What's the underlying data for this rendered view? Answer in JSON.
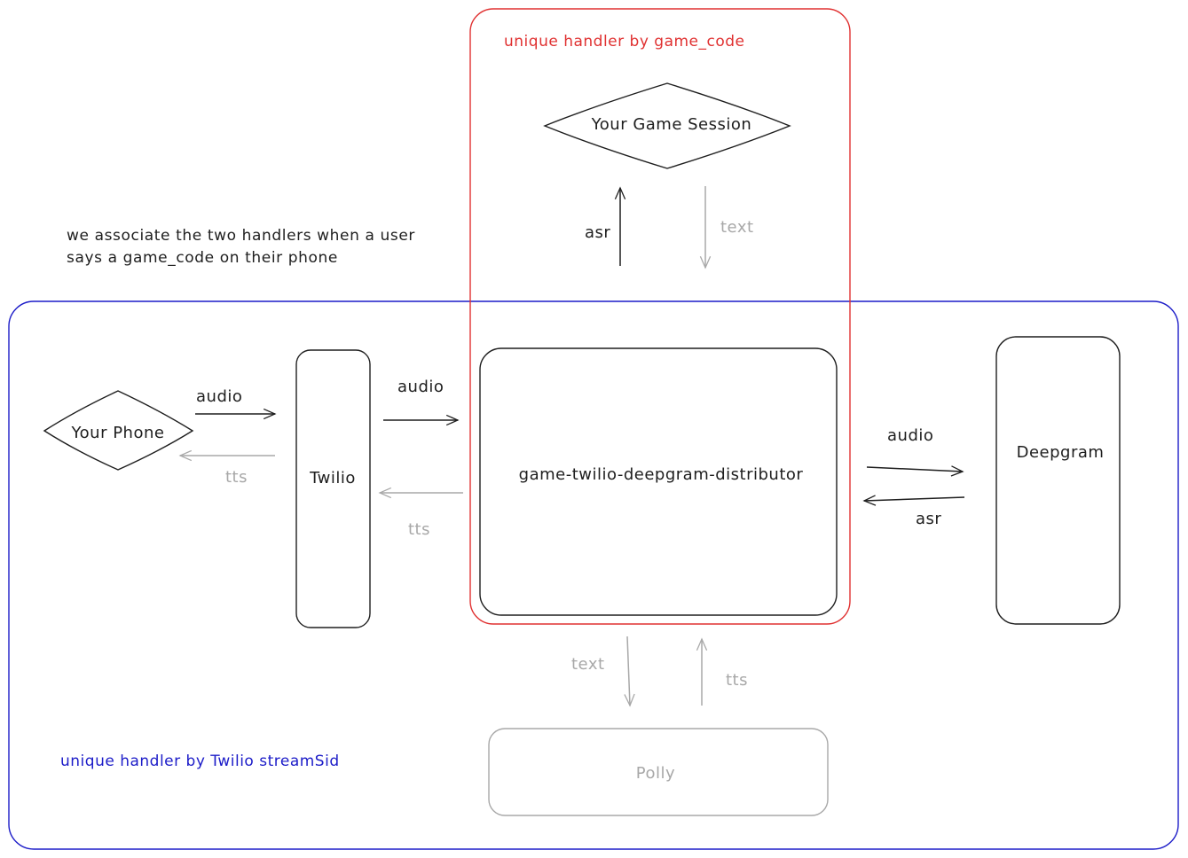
{
  "colors": {
    "ink": "#1e1e1e",
    "muted": "#a8a8a8",
    "red": "#e03131",
    "blue": "#1c1cc8"
  },
  "regions": {
    "game_code_handler": "unique handler by game_code",
    "stream_sid_handler": "unique handler by Twilio streamSid"
  },
  "note": {
    "line1": "we associate the two handlers when a user",
    "line2": "says a game_code on their phone"
  },
  "nodes": {
    "game_session": "Your Game Session",
    "phone": "Your Phone",
    "twilio": "Twilio",
    "distributor": "game-twilio-deepgram-distributor",
    "deepgram": "Deepgram",
    "polly": "Polly"
  },
  "edges": {
    "distributor_to_session": "asr",
    "session_to_distributor": "text",
    "phone_to_twilio": "audio",
    "twilio_to_phone": "tts",
    "twilio_to_distributor": "audio",
    "distributor_to_twilio": "tts",
    "distributor_to_deepgram": "audio",
    "deepgram_to_distributor": "asr",
    "distributor_to_polly": "text",
    "polly_to_distributor": "tts"
  }
}
